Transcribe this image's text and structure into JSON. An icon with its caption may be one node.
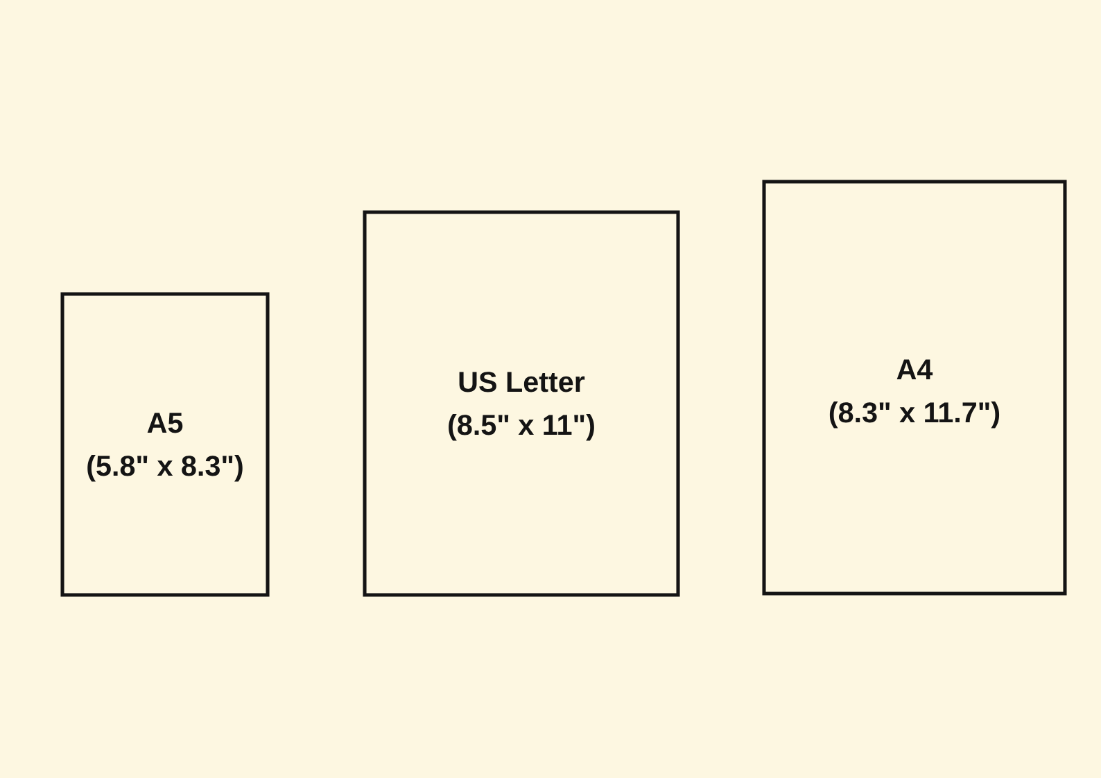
{
  "diagram": {
    "nodes": [
      {
        "text": [
          "A5",
          "(5.8\" x 8.3\")"
        ]
      },
      {
        "text": [
          "US Letter",
          "(8.5\" x 11\")"
        ]
      },
      {
        "text": [
          "A4",
          "(8.3\" x 11.7\")"
        ]
      }
    ]
  }
}
